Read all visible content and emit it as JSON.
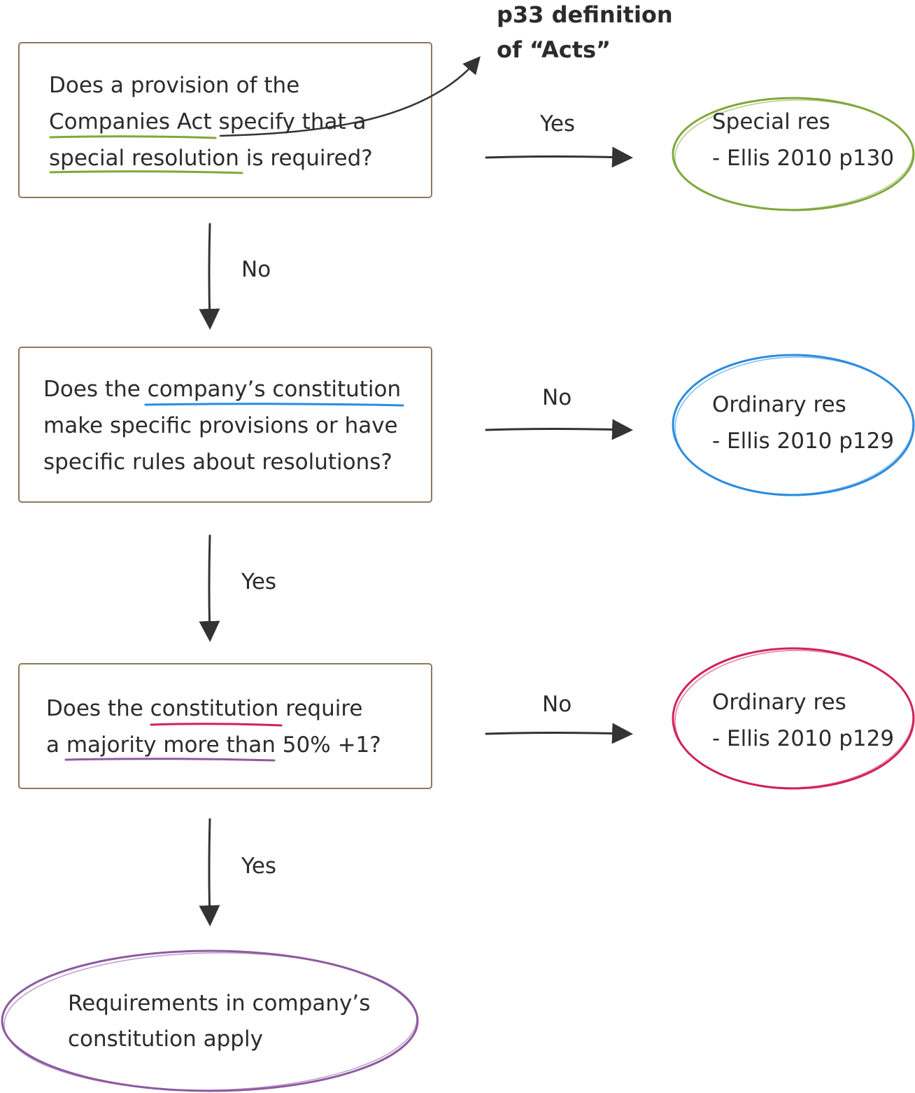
{
  "colors": {
    "box_border": "#8b7a5c",
    "arrow": "#333333",
    "green": "#7fa83a",
    "blue": "#2b8ce0",
    "crimson": "#d0235a",
    "purple": "#8e5aa0"
  },
  "annotation": {
    "line1": "p33 definition",
    "line2": "of “Acts”"
  },
  "q1": {
    "line1": "Does a provision of the",
    "line2_a": "Companies Act",
    "line2_b": " specify that a",
    "line3_a": "special resolution",
    "line3_b": " is required?"
  },
  "q2": {
    "line1_a": "Does the ",
    "line1_b": "company’s constitution",
    "line2": "make specific provisions or have",
    "line3": "specific rules about resolutions?"
  },
  "q3": {
    "line1_a": "Does the ",
    "line1_b": "constitution",
    "line1_c": " require",
    "line2_a": "a ",
    "line2_b": "majority more than",
    "line2_c": " 50% +1?"
  },
  "edges": {
    "q1_yes": "Yes",
    "q1_no": "No",
    "q2_no": "No",
    "q2_yes": "Yes",
    "q3_no": "No",
    "q3_yes": "Yes"
  },
  "outcomes": {
    "special": {
      "line1": "Special res",
      "line2": "- Ellis 2010 p130"
    },
    "ordinary1": {
      "line1": "Ordinary res",
      "line2": "- Ellis 2010 p129"
    },
    "ordinary2": {
      "line1": "Ordinary res",
      "line2": "- Ellis 2010 p129"
    },
    "constitution": {
      "line1": "Requirements in company’s",
      "line2": "constitution apply"
    }
  }
}
